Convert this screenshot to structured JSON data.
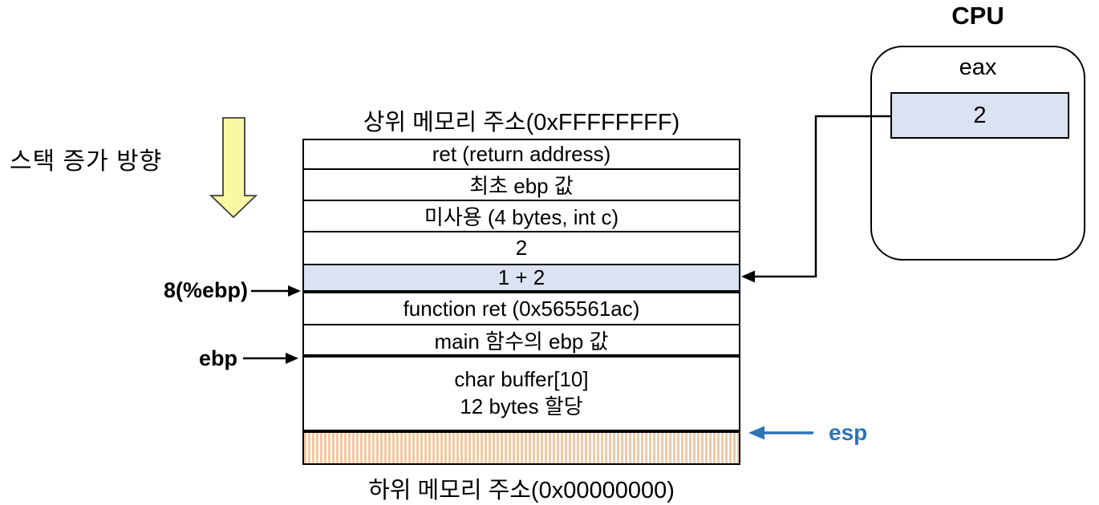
{
  "diagram": {
    "stack_direction_label": "스택 증가 방향",
    "upper_address_label": "상위 메모리 주소(0xFFFFFFFF)",
    "lower_address_label": "하위 메모리 주소(0x00000000)",
    "stack_rows": [
      {
        "text": "ret (return address)"
      },
      {
        "text": "최초 ebp 값"
      },
      {
        "text": "미사용 (4 bytes, int c)"
      },
      {
        "text": "2"
      },
      {
        "text": "1 + 2",
        "highlighted": true
      },
      {
        "text": "function ret (0x565561ac)"
      },
      {
        "text": "main 함수의 ebp 값"
      },
      {
        "line1": "char buffer[10]",
        "line2": "12 bytes 할당"
      },
      {
        "hatched": true
      }
    ],
    "pointer_labels": {
      "ebp_offset8": "8(%ebp)",
      "ebp": "ebp",
      "esp": "esp"
    },
    "cpu": {
      "title": "CPU",
      "register_name": "eax",
      "register_value": "2"
    },
    "colors": {
      "highlight_fill": "#dbe2f1",
      "register_fill": "#dbe2f1",
      "hatch_stripe": "#f2c9a3",
      "growth_arrow_fill": "#fbf8a3",
      "esp_blue": "#2e74b5"
    }
  }
}
